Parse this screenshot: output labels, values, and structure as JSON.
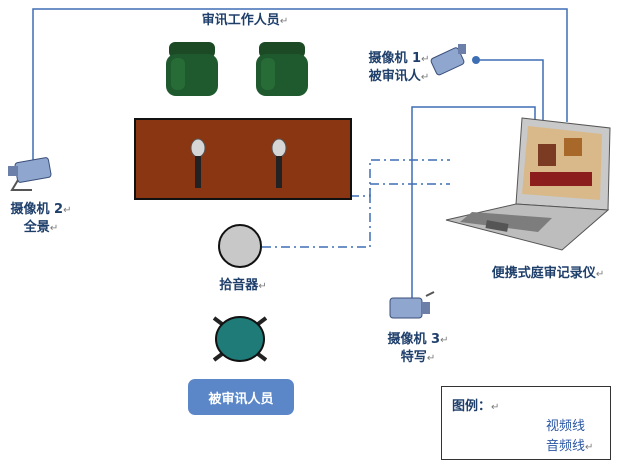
{
  "labels": {
    "staff": "审讯工作人员",
    "cam1_line1": "摄像机 1",
    "cam1_line2": "被审讯人",
    "cam2_line1": "摄像机 2",
    "cam2_line2": "全景",
    "cam3_line1": "摄像机 3",
    "cam3_line2": "特写",
    "pickup": "拾音器",
    "recorder": "便携式庭审记录仪",
    "subject_button": "被审讯人员",
    "return_mark": "↵"
  },
  "legend": {
    "title": "图例：",
    "video_line": "视频线",
    "audio_line": "音频线"
  },
  "colors": {
    "line": "#3e6fb5",
    "chair": "#1f5a2e",
    "table": "#8a3612",
    "subject_chair": "#1e7b78",
    "button": "#5b87c8"
  }
}
